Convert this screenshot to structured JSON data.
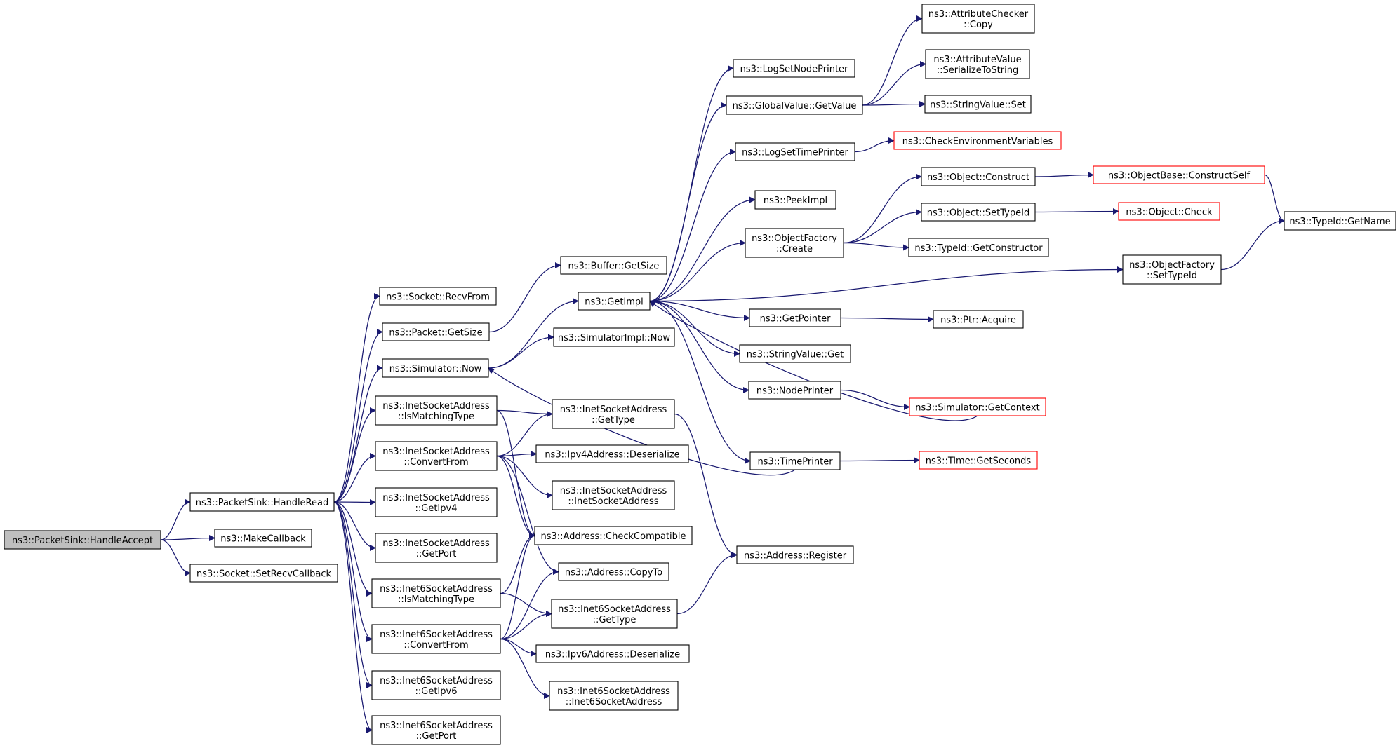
{
  "title": "",
  "colors": {
    "edge": "#191970",
    "node_border": "#000000",
    "truncated_border": "#ff0000",
    "root_fill": "#bfbfbf",
    "node_fill": "#ffffff"
  },
  "nodes": [
    {
      "id": "handleaccept",
      "lines": [
        "ns3::PacketSink::HandleAccept"
      ],
      "kind": "root"
    },
    {
      "id": "handleread",
      "lines": [
        "ns3::PacketSink::HandleRead"
      ],
      "kind": "plain"
    },
    {
      "id": "makecallback",
      "lines": [
        "ns3::MakeCallback"
      ],
      "kind": "plain"
    },
    {
      "id": "setrecvcallback",
      "lines": [
        "ns3::Socket::SetRecvCallback"
      ],
      "kind": "plain"
    },
    {
      "id": "recvfrom",
      "lines": [
        "ns3::Socket::RecvFrom"
      ],
      "kind": "plain"
    },
    {
      "id": "packetgetsize",
      "lines": [
        "ns3::Packet::GetSize"
      ],
      "kind": "plain"
    },
    {
      "id": "simnow",
      "lines": [
        "ns3::Simulator::Now"
      ],
      "kind": "plain"
    },
    {
      "id": "inet_ismatching",
      "lines": [
        "ns3::InetSocketAddress",
        "::IsMatchingType"
      ],
      "kind": "plain"
    },
    {
      "id": "inet_convertfrom",
      "lines": [
        "ns3::InetSocketAddress",
        "::ConvertFrom"
      ],
      "kind": "plain"
    },
    {
      "id": "inet_getipv4",
      "lines": [
        "ns3::InetSocketAddress",
        "::GetIpv4"
      ],
      "kind": "plain"
    },
    {
      "id": "inet_getport",
      "lines": [
        "ns3::InetSocketAddress",
        "::GetPort"
      ],
      "kind": "plain"
    },
    {
      "id": "inet6_ismatching",
      "lines": [
        "ns3::Inet6SocketAddress",
        "::IsMatchingType"
      ],
      "kind": "plain"
    },
    {
      "id": "inet6_convertfrom",
      "lines": [
        "ns3::Inet6SocketAddress",
        "::ConvertFrom"
      ],
      "kind": "plain"
    },
    {
      "id": "inet6_getipv6",
      "lines": [
        "ns3::Inet6SocketAddress",
        "::GetIpv6"
      ],
      "kind": "plain"
    },
    {
      "id": "inet6_getport",
      "lines": [
        "ns3::Inet6SocketAddress",
        "::GetPort"
      ],
      "kind": "plain"
    },
    {
      "id": "buffergetsize",
      "lines": [
        "ns3::Buffer::GetSize"
      ],
      "kind": "plain"
    },
    {
      "id": "getimpl",
      "lines": [
        "ns3::GetImpl"
      ],
      "kind": "plain"
    },
    {
      "id": "simimplnow",
      "lines": [
        "ns3::SimulatorImpl::Now"
      ],
      "kind": "plain"
    },
    {
      "id": "inet_gettype",
      "lines": [
        "ns3::InetSocketAddress",
        "::GetType"
      ],
      "kind": "plain"
    },
    {
      "id": "ipv4deser",
      "lines": [
        "ns3::Ipv4Address::Deserialize"
      ],
      "kind": "plain"
    },
    {
      "id": "inet_ctor",
      "lines": [
        "ns3::InetSocketAddress",
        "::InetSocketAddress"
      ],
      "kind": "plain"
    },
    {
      "id": "checkcompat",
      "lines": [
        "ns3::Address::CheckCompatible"
      ],
      "kind": "plain"
    },
    {
      "id": "copyto",
      "lines": [
        "ns3::Address::CopyTo"
      ],
      "kind": "plain"
    },
    {
      "id": "inet6_gettype",
      "lines": [
        "ns3::Inet6SocketAddress",
        "::GetType"
      ],
      "kind": "plain"
    },
    {
      "id": "ipv6deser",
      "lines": [
        "ns3::Ipv6Address::Deserialize"
      ],
      "kind": "plain"
    },
    {
      "id": "inet6_ctor",
      "lines": [
        "ns3::Inet6SocketAddress",
        "::Inet6SocketAddress"
      ],
      "kind": "plain"
    },
    {
      "id": "logsetnodeprinter",
      "lines": [
        "ns3::LogSetNodePrinter"
      ],
      "kind": "plain"
    },
    {
      "id": "gv_getvalue",
      "lines": [
        "ns3::GlobalValue::GetValue"
      ],
      "kind": "plain"
    },
    {
      "id": "logsettimeprinter",
      "lines": [
        "ns3::LogSetTimePrinter"
      ],
      "kind": "plain"
    },
    {
      "id": "peekimpl",
      "lines": [
        "ns3::PeekImpl"
      ],
      "kind": "plain"
    },
    {
      "id": "of_create",
      "lines": [
        "ns3::ObjectFactory",
        "::Create"
      ],
      "kind": "plain"
    },
    {
      "id": "getpointer",
      "lines": [
        "ns3::GetPointer"
      ],
      "kind": "plain"
    },
    {
      "id": "stringvalue_get",
      "lines": [
        "ns3::StringValue::Get"
      ],
      "kind": "plain"
    },
    {
      "id": "nodeprinter",
      "lines": [
        "ns3::NodePrinter"
      ],
      "kind": "plain"
    },
    {
      "id": "timeprinter",
      "lines": [
        "ns3::TimePrinter"
      ],
      "kind": "plain"
    },
    {
      "id": "addr_register",
      "lines": [
        "ns3::Address::Register"
      ],
      "kind": "plain"
    },
    {
      "id": "attrchecker_copy",
      "lines": [
        "ns3::AttributeChecker",
        "::Copy"
      ],
      "kind": "plain"
    },
    {
      "id": "attrvalue_ser",
      "lines": [
        "ns3::AttributeValue",
        "::SerializeToString"
      ],
      "kind": "plain"
    },
    {
      "id": "stringvalue_set",
      "lines": [
        "ns3::StringValue::Set"
      ],
      "kind": "plain"
    },
    {
      "id": "checkenvvars",
      "lines": [
        "ns3::CheckEnvironmentVariables"
      ],
      "kind": "trunc"
    },
    {
      "id": "obj_construct",
      "lines": [
        "ns3::Object::Construct"
      ],
      "kind": "plain"
    },
    {
      "id": "obj_settypeid",
      "lines": [
        "ns3::Object::SetTypeId"
      ],
      "kind": "plain"
    },
    {
      "id": "typeid_getctor",
      "lines": [
        "ns3::TypeId::GetConstructor"
      ],
      "kind": "plain"
    },
    {
      "id": "of_settypeid",
      "lines": [
        "ns3::ObjectFactory",
        "::SetTypeId"
      ],
      "kind": "plain"
    },
    {
      "id": "ptr_acquire",
      "lines": [
        "ns3::Ptr::Acquire"
      ],
      "kind": "plain"
    },
    {
      "id": "sim_getcontext",
      "lines": [
        "ns3::Simulator::GetContext"
      ],
      "kind": "trunc"
    },
    {
      "id": "time_getseconds",
      "lines": [
        "ns3::Time::GetSeconds"
      ],
      "kind": "trunc"
    },
    {
      "id": "objbase_constructself",
      "lines": [
        "ns3::ObjectBase::ConstructSelf"
      ],
      "kind": "trunc"
    },
    {
      "id": "obj_check",
      "lines": [
        "ns3::Object::Check"
      ],
      "kind": "trunc"
    },
    {
      "id": "typeid_getname",
      "lines": [
        "ns3::TypeId::GetName"
      ],
      "kind": "plain"
    }
  ],
  "edges": [
    [
      "handleaccept",
      "handleread"
    ],
    [
      "handleaccept",
      "makecallback"
    ],
    [
      "handleaccept",
      "setrecvcallback"
    ],
    [
      "handleread",
      "recvfrom"
    ],
    [
      "handleread",
      "packetgetsize"
    ],
    [
      "handleread",
      "simnow"
    ],
    [
      "handleread",
      "inet_ismatching"
    ],
    [
      "handleread",
      "inet_convertfrom"
    ],
    [
      "handleread",
      "inet_getipv4"
    ],
    [
      "handleread",
      "inet_getport"
    ],
    [
      "handleread",
      "inet6_ismatching"
    ],
    [
      "handleread",
      "inet6_convertfrom"
    ],
    [
      "handleread",
      "inet6_getipv6"
    ],
    [
      "handleread",
      "inet6_getport"
    ],
    [
      "packetgetsize",
      "buffergetsize"
    ],
    [
      "simnow",
      "getimpl"
    ],
    [
      "simnow",
      "simimplnow"
    ],
    [
      "inet_ismatching",
      "inet_gettype"
    ],
    [
      "inet_ismatching",
      "checkcompat"
    ],
    [
      "inet_convertfrom",
      "inet_gettype"
    ],
    [
      "inet_convertfrom",
      "ipv4deser"
    ],
    [
      "inet_convertfrom",
      "inet_ctor"
    ],
    [
      "inet_convertfrom",
      "checkcompat"
    ],
    [
      "inet_convertfrom",
      "copyto"
    ],
    [
      "inet6_ismatching",
      "inet6_gettype"
    ],
    [
      "inet6_ismatching",
      "checkcompat"
    ],
    [
      "inet6_convertfrom",
      "inet6_gettype"
    ],
    [
      "inet6_convertfrom",
      "ipv6deser"
    ],
    [
      "inet6_convertfrom",
      "inet6_ctor"
    ],
    [
      "inet6_convertfrom",
      "checkcompat"
    ],
    [
      "inet6_convertfrom",
      "copyto"
    ],
    [
      "inet_gettype",
      "addr_register"
    ],
    [
      "inet6_gettype",
      "addr_register"
    ],
    [
      "getimpl",
      "logsetnodeprinter"
    ],
    [
      "getimpl",
      "gv_getvalue"
    ],
    [
      "getimpl",
      "logsettimeprinter"
    ],
    [
      "getimpl",
      "peekimpl"
    ],
    [
      "getimpl",
      "of_create"
    ],
    [
      "getimpl",
      "of_settypeid"
    ],
    [
      "getimpl",
      "getpointer"
    ],
    [
      "getimpl",
      "stringvalue_get"
    ],
    [
      "getimpl",
      "nodeprinter"
    ],
    [
      "getimpl",
      "timeprinter"
    ],
    [
      "gv_getvalue",
      "attrchecker_copy"
    ],
    [
      "gv_getvalue",
      "attrvalue_ser"
    ],
    [
      "gv_getvalue",
      "stringvalue_set"
    ],
    [
      "logsettimeprinter",
      "checkenvvars"
    ],
    [
      "of_create",
      "obj_construct"
    ],
    [
      "of_create",
      "obj_settypeid"
    ],
    [
      "of_create",
      "typeid_getctor"
    ],
    [
      "obj_construct",
      "objbase_constructself"
    ],
    [
      "obj_settypeid",
      "obj_check"
    ],
    [
      "objbase_constructself",
      "typeid_getname"
    ],
    [
      "of_settypeid",
      "typeid_getname"
    ],
    [
      "getpointer",
      "ptr_acquire"
    ],
    [
      "nodeprinter",
      "sim_getcontext"
    ],
    [
      "timeprinter",
      "time_getseconds"
    ],
    [
      "timeprinter",
      "simnow"
    ],
    [
      "sim_getcontext",
      "getimpl"
    ]
  ]
}
